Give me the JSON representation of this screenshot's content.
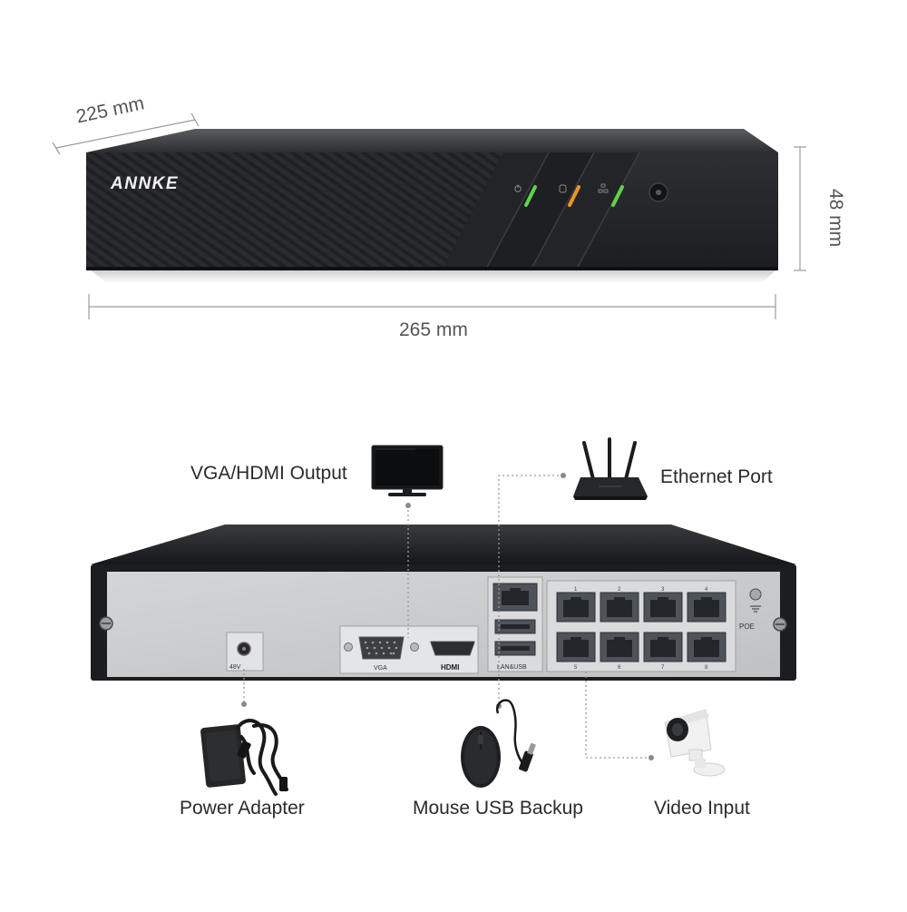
{
  "brand": "ANNKE",
  "dimensions": {
    "depth": "225 mm",
    "height": "48 mm",
    "width": "265 mm"
  },
  "rear_panel": {
    "power_port": "48V",
    "vga_port": "VGA",
    "hdmi_port": "HDMI",
    "lan_usb_port": "LAN&USB",
    "poe_label": "POE",
    "poe_port_numbers": [
      "1",
      "2",
      "3",
      "4",
      "5",
      "6",
      "7",
      "8"
    ]
  },
  "connections": {
    "vga_hdmi_output": "VGA/HDMI Output",
    "ethernet_port": "Ethernet Port",
    "power_adapter": "Power Adapter",
    "mouse_usb_backup": "Mouse USB Backup",
    "video_input": "Video Input"
  },
  "colors": {
    "led_power": "#5fd34a",
    "led_hdd": "#f0961e",
    "led_network": "#5fd34a",
    "chassis_dark": "#2a2b2e",
    "panel_gray": "#c9cbcd",
    "connector_line": "#9a9a9a"
  }
}
